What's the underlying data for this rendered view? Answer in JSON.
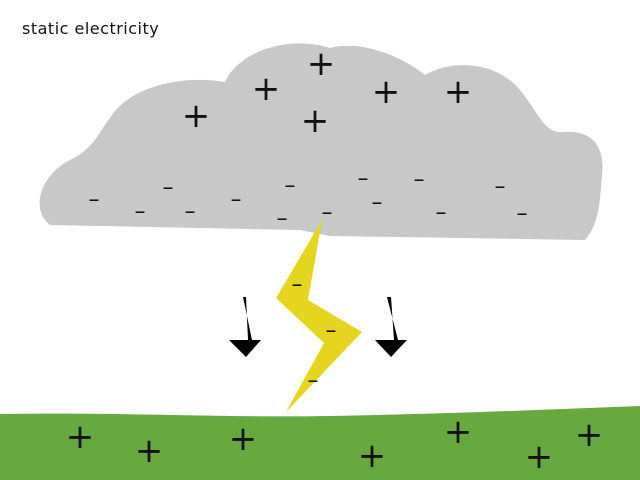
{
  "title": "static electricity",
  "colors": {
    "cloud": "#c8c8c8",
    "ground": "#67a83f",
    "lightning": "#e6d51f",
    "arrows": "#000000",
    "text": "#111111"
  },
  "symbols": {
    "positive": "+",
    "negative": "–"
  },
  "icons": [
    "cloud-shape",
    "lightning-bolt",
    "down-arrow-left",
    "down-arrow-right",
    "ground-shape"
  ]
}
